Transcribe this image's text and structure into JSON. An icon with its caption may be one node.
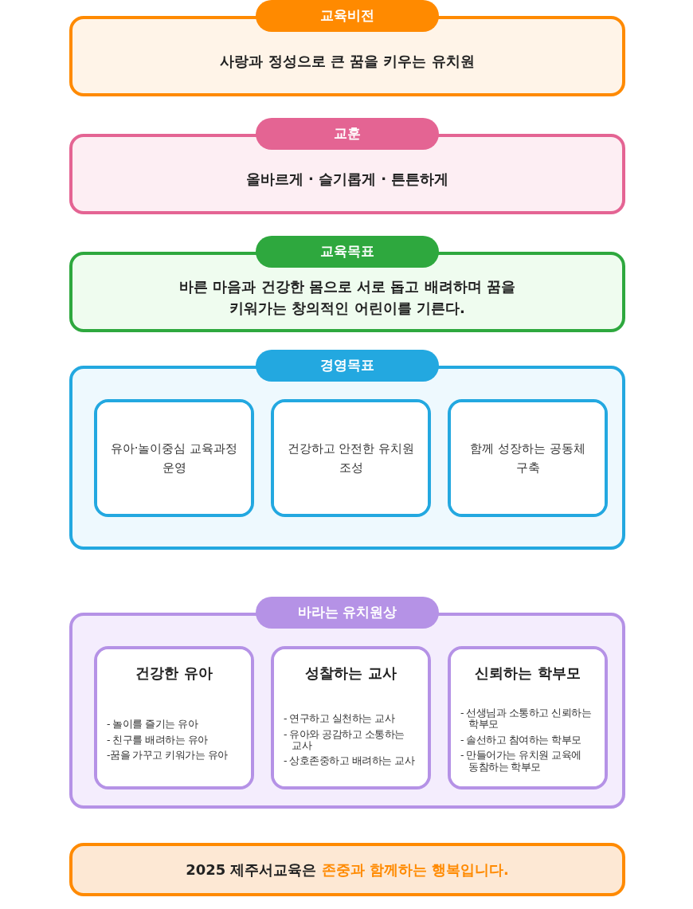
{
  "diagram": {
    "nodes": [
      {
        "text": [
          "교육비전"
        ]
      },
      {
        "text": [
          "사랑과 정성으로 큰 꿈을 키우는 유치원"
        ]
      },
      {
        "text": [
          "교훈"
        ]
      },
      {
        "text": [
          "올바르게 · 슬기롭게 · 튼튼하게"
        ]
      },
      {
        "text": [
          "교육목표"
        ]
      },
      {
        "text": [
          "바른 마음과 건강한 몸으로 서로 돕고 배려하며 꿈을 키워가는 창의적인 어린이를 기른다."
        ]
      },
      {
        "text": [
          "경영목표"
        ]
      },
      {
        "text": [],
        "shape": "box"
      },
      {
        "text": [
          "유아·놀이중심 교육과정 운영"
        ],
        "in": 7
      },
      {
        "text": [
          "건강하고 안전한 유치원 조성"
        ],
        "in": 7
      },
      {
        "text": [
          "함께 성장하는 공동체 구축"
        ],
        "in": 7
      },
      {
        "text": [
          "바라는 유치원상"
        ]
      },
      {
        "text": [],
        "shape": "box"
      },
      {
        "text": [
          "건강한 유아",
          "- 놀이를 즐기는 유아",
          "- 친구를 배려하는 유아",
          "-꿈을 가꾸고 키워가는 유아"
        ],
        "in": 12
      },
      {
        "text": [
          "성찰하는 교사",
          "- 연구하고 실천하는 교사",
          "- 유아와 공감하고 소통하는 교사",
          "- 상호존중하고 배려하는 교사"
        ],
        "in": 12
      },
      {
        "text": [
          "신뢰하는 학부모",
          "- 선생님과 소통하고 신뢰하는 학부모",
          "- 솔선하고 참여하는 학부모",
          "- 만들어가는 유치원 교육에 동참하는 학부모"
        ],
        "in": 12
      },
      {
        "text": [
          "2025 제주서교육은",
          "존중과 함께하는 행복입니다."
        ]
      }
    ]
  }
}
